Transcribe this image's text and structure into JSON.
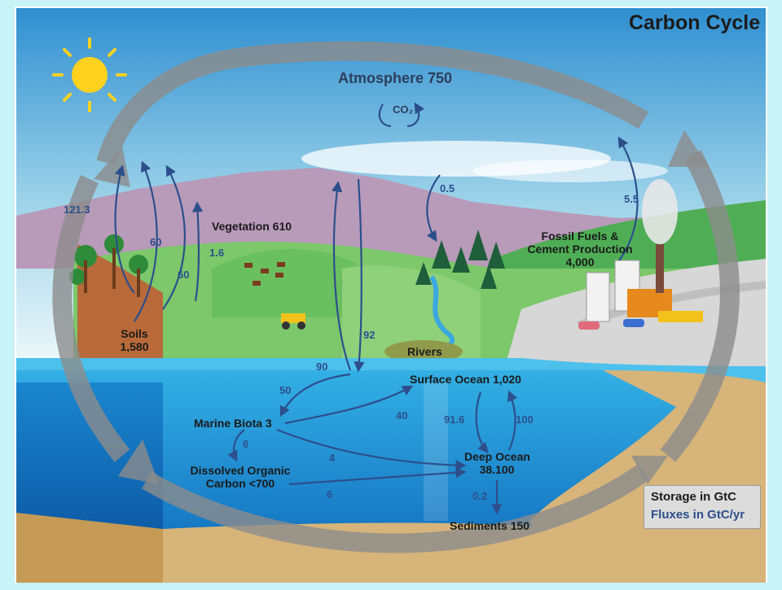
{
  "title": "Carbon Cycle",
  "legend": {
    "storage": "Storage in GtC",
    "fluxes": "Fluxes in GtC/yr"
  },
  "pools": {
    "atmosphere": "Atmosphere 750",
    "co2": "CO₂",
    "vegetation": "Vegetation 610",
    "soils_name": "Soils",
    "soils_value": "1,580",
    "fossil_line1": "Fossil Fuels &",
    "fossil_line2": "Cement Production",
    "fossil_value": "4,000",
    "rivers": "Rivers",
    "surface_ocean": "Surface Ocean 1,020",
    "marine_biota": "Marine Biota 3",
    "deep_ocean_name": "Deep Ocean",
    "deep_ocean_value": "38.100",
    "doc_line1": "Dissolved Organic",
    "doc_line2": "Carbon <700",
    "sediments": "Sediments 150"
  },
  "fluxes": {
    "f121": "121.3",
    "f60a": "60",
    "f60b": "60",
    "f16": "1.6",
    "f05": "0.5",
    "f55": "5.5",
    "f90": "90",
    "f92": "92",
    "f50": "50",
    "f40": "40",
    "f916": "91.6",
    "f100": "100",
    "f6a": "6",
    "f4": "4",
    "f6b": "6",
    "f02": "0.2"
  },
  "colors": {
    "sky_top": "#2f8fd0",
    "sky_bottom": "#e6f5f8",
    "mountain": "#b89ab9",
    "hill_green": "#5db85a",
    "ocean": "#1f9ad6",
    "deep_ocean": "#1474c2",
    "sand": "#d6b47a",
    "soil": "#b86a3a",
    "cycle_arrow": "#8c8c8c",
    "flux_arrow": "#2c4f8c",
    "sun": "#ffd21f"
  }
}
